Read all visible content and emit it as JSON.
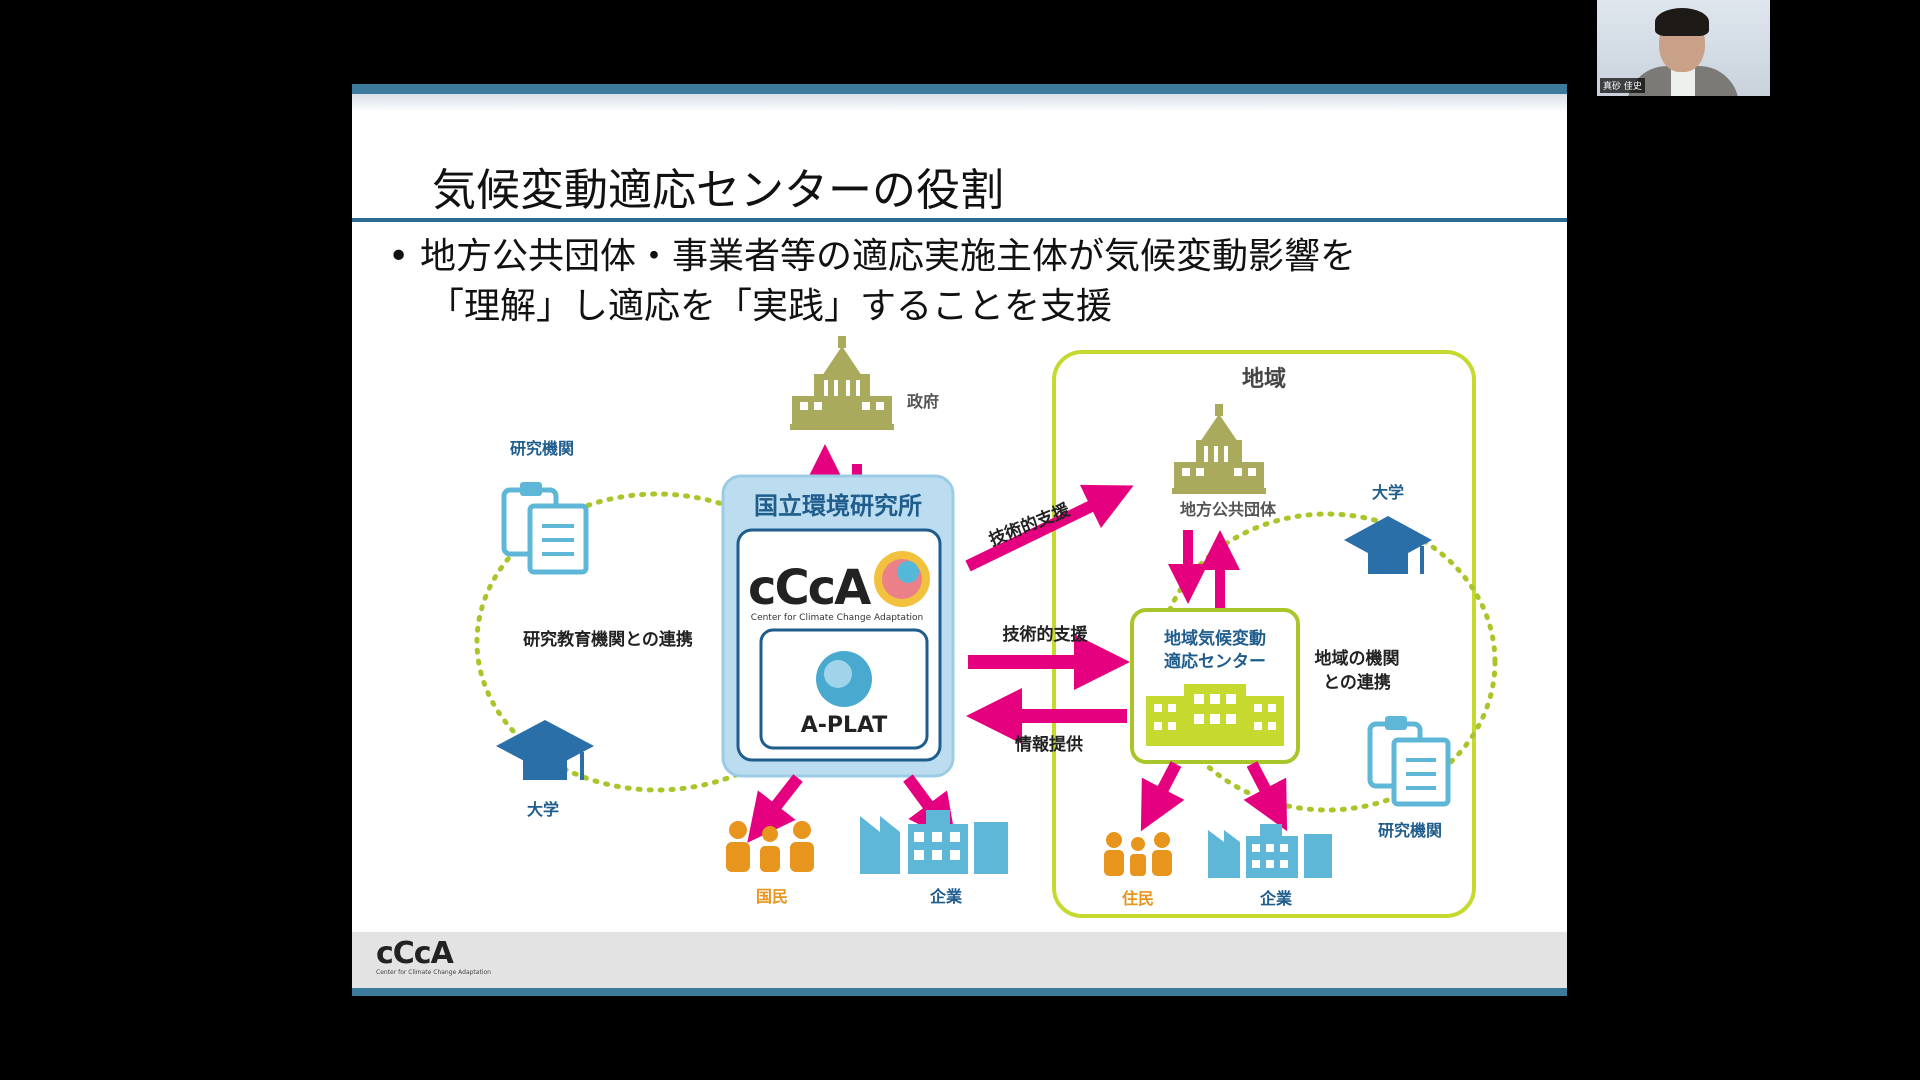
{
  "video": {
    "name_label": "真砂 佳史"
  },
  "slide": {
    "title": "気候変動適応センターの役割",
    "bullet_line1": "地方公共団体・事業者等の適応実施主体が気候変動影響を",
    "bullet_line2": "「理解」し適応を「実践」することを支援"
  },
  "diagram": {
    "government": "政府",
    "research_org_left": "研究機関",
    "university_left": "大学",
    "collab_research": "研究教育機関との連携",
    "nies": "国立環境研究所",
    "ccca_logo": "cCcA",
    "ccca_sub": "Center for Climate Change Adaptation",
    "aplat": "A-PLAT",
    "tech_support_diag": "技術的支援",
    "tech_support": "技術的支援",
    "info_provision": "情報提供",
    "citizens": "国民",
    "companies_left": "企業",
    "region": "地域",
    "local_gov": "地方公共団体",
    "local_center_line1": "地域気候変動",
    "local_center_line2": "適応センター",
    "university_right": "大学",
    "collab_regional_line1": "地域の機関",
    "collab_regional_line2": "との連携",
    "research_org_right": "研究機関",
    "residents": "住民",
    "companies_right": "企業"
  },
  "footer": {
    "logo": "cCcA",
    "logo_sub": "Center for Climate Change Adaptation"
  },
  "colors": {
    "arrow": "#e5007f",
    "accent_blue": "#2b6b8f",
    "region_green": "#c5d92f",
    "teal": "#3aa0c8",
    "orange": "#e8951e",
    "olive": "#8a8a3a"
  }
}
